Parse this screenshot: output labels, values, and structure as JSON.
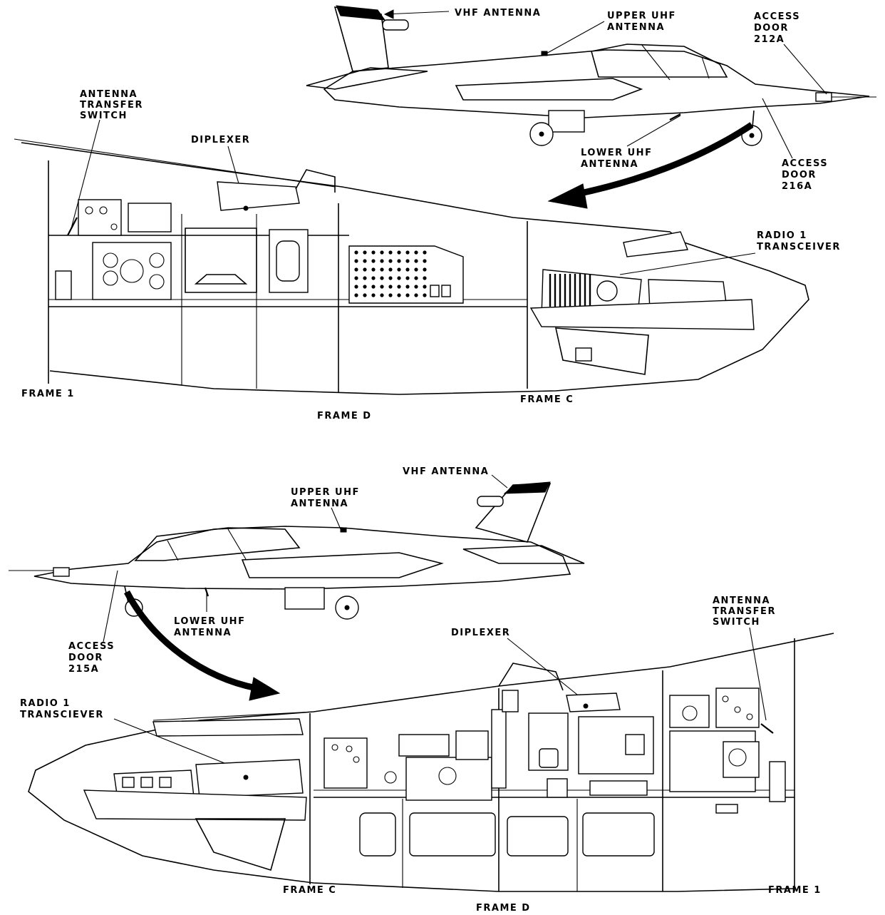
{
  "top_view": {
    "labels": {
      "vhf_antenna": "VHF ANTENNA",
      "upper_uhf_1": "UPPER UHF",
      "upper_uhf_2": "ANTENNA",
      "access_door_212a_1": "ACCESS",
      "access_door_212a_2": "DOOR",
      "access_door_212a_3": "212A",
      "antenna_transfer_1": "ANTENNA",
      "antenna_transfer_2": "TRANSFER",
      "antenna_transfer_3": "SWITCH",
      "diplexer": "DIPLEXER",
      "lower_uhf_1": "LOWER UHF",
      "lower_uhf_2": "ANTENNA",
      "access_door_216a_1": "ACCESS",
      "access_door_216a_2": "DOOR",
      "access_door_216a_3": "216A",
      "radio1_1": "RADIO 1",
      "radio1_2": "TRANSCEIVER",
      "frame_1": "FRAME 1",
      "frame_d": "FRAME D",
      "frame_c": "FRAME C"
    }
  },
  "bottom_view": {
    "labels": {
      "vhf_antenna": "VHF ANTENNA",
      "upper_uhf_1": "UPPER UHF",
      "upper_uhf_2": "ANTENNA",
      "lower_uhf_1": "LOWER UHF",
      "lower_uhf_2": "ANTENNA",
      "access_door_215a_1": "ACCESS",
      "access_door_215a_2": "DOOR",
      "access_door_215a_3": "215A",
      "diplexer": "DIPLEXER",
      "antenna_transfer_1": "ANTENNA",
      "antenna_transfer_2": "TRANSFER",
      "antenna_transfer_3": "SWITCH",
      "radio1_1": "RADIO 1",
      "radio1_2": "TRANSCIEVER",
      "frame_c": "FRAME C",
      "frame_1": "FRAME 1",
      "frame_d": "FRAME D"
    }
  },
  "colors": {
    "ink": "#000000",
    "paper": "#ffffff"
  }
}
